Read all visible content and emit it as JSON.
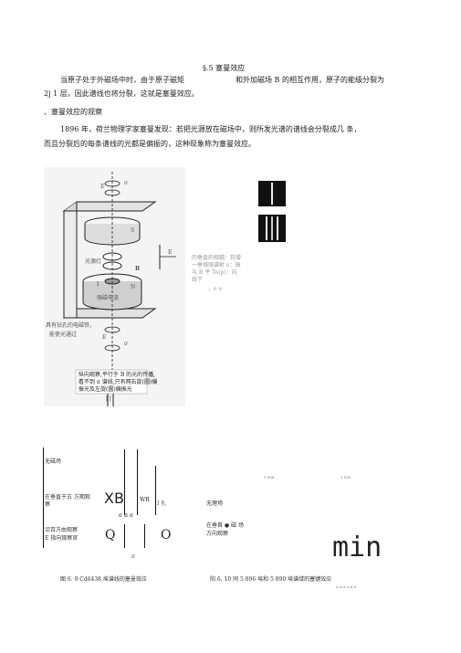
{
  "section_title": "§.5 塞曼效应",
  "intro_line1": "当原子处于外磁场中时，由于原子磁矩",
  "intro_line1b": "和外加磁场 B 的相互作用，原子的能级分裂为",
  "intro_line2": "2j 1 层，因此谱线也将分裂，这就是塞曼效应。",
  "subheading": "、塞曼效应的观察",
  "para_line1": "1896 年，荷兰物理学家塞曼发现：若把光源放在磁场中，则所发光谱的谱线会分裂成几 条，",
  "para_line2": "而且分裂后的每条谱线的光都是偏振的，这种现象称为塞曼效应。",
  "fig1": {
    "label_light_source": "光源灯",
    "label_B": "B",
    "label_coil": "强磁电流",
    "label_hole": "具有钻孔的电磁铁，",
    "label_hole2": "能使光通过",
    "label_E1": "E",
    "label_E2": "E",
    "label_E3": "E",
    "label_I": "I",
    "label_N": "N",
    "label_S": "S",
    "label_sigma1": "σ",
    "label_sigma2": "σ",
    "note_line1": "纵向观察,平行于 B 的光的传播,",
    "note_line2": "看不到 π 谱线,只有两右旋(圆)偏",
    "note_line3": "振光及左旋(圆)偏振光",
    "side_line1": "的垂直的相辐：符增",
    "side_line2": "一垂强强谱射 e：振",
    "side_line3": "与 B 平 To(p)：向",
    "side_line4": "线下",
    "side_dots": "，e e",
    "bottom_mark": "| |"
  },
  "fig2": {
    "no_field": "无磁场",
    "perp_obs_1": "在垂直于古 方期观",
    "perp_obs_2": "察",
    "xb": "XB",
    "wr": "WR",
    "ib": "I 扎",
    "pi_sigma": "σ π σ",
    "parallel_1": "沿百方由观察",
    "parallel_2": "E 指向观察官",
    "q": "Q",
    "o": "O",
    "sigma_mark": "σ",
    "caption": "图 6. 9 Cd6438 埃谱线的塞曼效应"
  },
  "fig3": {
    "tick1": "5 896",
    "tick2": "5 890",
    "no_field": "无理场",
    "perp_1": "在垂首 ● 磁 场",
    "perp_2": "方向观察",
    "min": "min",
    "caption": "阳 6. 10 同 5 896 埃和 5 890 埃谱缕的塞键效应",
    "sub_caption": "σ π σ σ π σ"
  }
}
